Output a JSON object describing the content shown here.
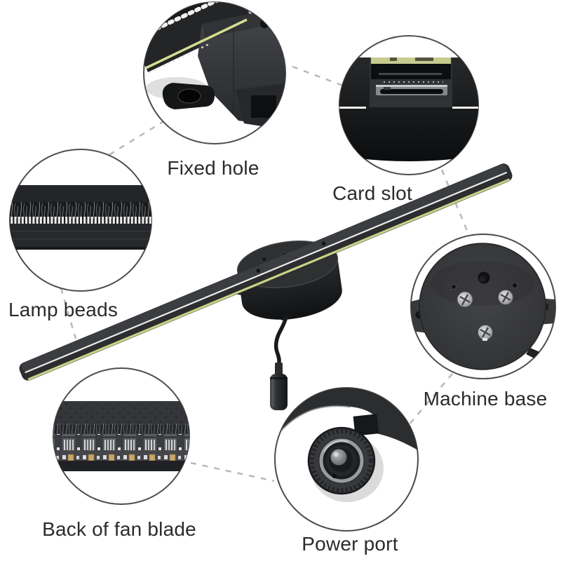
{
  "callouts": [
    {
      "id": "fixed-hole",
      "label": "Fixed hole"
    },
    {
      "id": "card-slot",
      "label": "Card slot"
    },
    {
      "id": "lamp-beads",
      "label": "Lamp beads"
    },
    {
      "id": "machine-base",
      "label": "Machine base"
    },
    {
      "id": "back-of-fan-blade",
      "label": "Back of fan blade"
    },
    {
      "id": "power-port",
      "label": "Power port"
    }
  ],
  "colors": {
    "background": "#ffffff",
    "label_text": "#2b2b2b",
    "circle_stroke": "#4d4d4d",
    "dashed_connector": "#b9b9b9",
    "product_body": "#26282a",
    "led_stripe_white": "#ececea",
    "pcb_edge_green": "#c9d285",
    "metal_gray": "#9a9b9d"
  }
}
